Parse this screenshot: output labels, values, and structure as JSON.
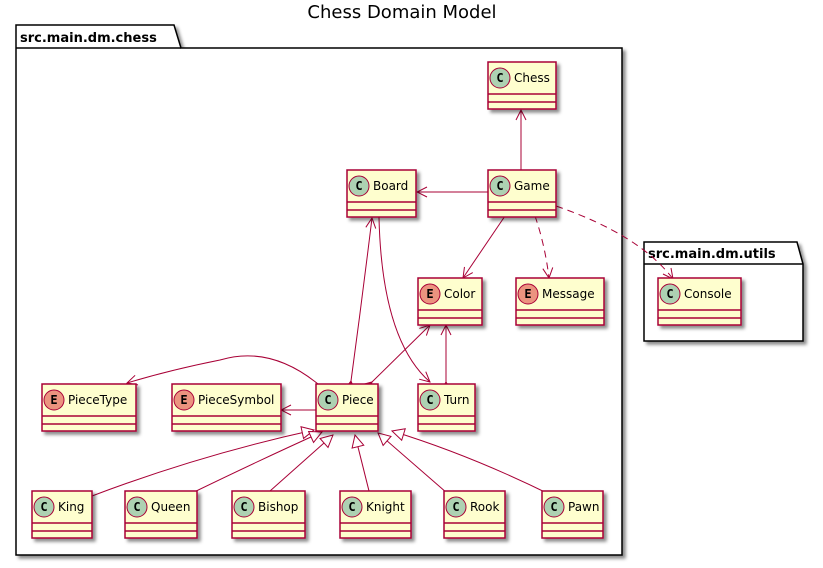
{
  "title": "Chess Domain Model",
  "packages": {
    "chess": "src.main.dm.chess",
    "utils": "src.main.dm.utils"
  },
  "colors": {
    "class_fill": "#FEFECE",
    "border": "#A80036",
    "class_badge": "#ADD1B2",
    "enum_badge": "#EB937F"
  },
  "nodes": {
    "Chess": {
      "name": "Chess",
      "kind": "C",
      "package": "src.main.dm.chess"
    },
    "Game": {
      "name": "Game",
      "kind": "C",
      "package": "src.main.dm.chess"
    },
    "Board": {
      "name": "Board",
      "kind": "C",
      "package": "src.main.dm.chess"
    },
    "Color": {
      "name": "Color",
      "kind": "E",
      "package": "src.main.dm.chess"
    },
    "Message": {
      "name": "Message",
      "kind": "E",
      "package": "src.main.dm.chess"
    },
    "PieceType": {
      "name": "PieceType",
      "kind": "E",
      "package": "src.main.dm.chess"
    },
    "PieceSymbol": {
      "name": "PieceSymbol",
      "kind": "E",
      "package": "src.main.dm.chess"
    },
    "Piece": {
      "name": "Piece",
      "kind": "C",
      "package": "src.main.dm.chess"
    },
    "Turn": {
      "name": "Turn",
      "kind": "C",
      "package": "src.main.dm.chess"
    },
    "King": {
      "name": "King",
      "kind": "C",
      "package": "src.main.dm.chess"
    },
    "Queen": {
      "name": "Queen",
      "kind": "C",
      "package": "src.main.dm.chess"
    },
    "Bishop": {
      "name": "Bishop",
      "kind": "C",
      "package": "src.main.dm.chess"
    },
    "Knight": {
      "name": "Knight",
      "kind": "C",
      "package": "src.main.dm.chess"
    },
    "Rook": {
      "name": "Rook",
      "kind": "C",
      "package": "src.main.dm.chess"
    },
    "Pawn": {
      "name": "Pawn",
      "kind": "C",
      "package": "src.main.dm.chess"
    },
    "Console": {
      "name": "Console",
      "kind": "C",
      "package": "src.main.dm.utils"
    }
  },
  "relations": [
    {
      "from": "Chess",
      "to": "Game",
      "type": "composition"
    },
    {
      "from": "Game",
      "to": "Board",
      "type": "composition"
    },
    {
      "from": "Game",
      "to": "Color",
      "type": "composition"
    },
    {
      "from": "Game",
      "to": "Message",
      "type": "dependency"
    },
    {
      "from": "Game",
      "to": "Console",
      "type": "dependency"
    },
    {
      "from": "Board",
      "to": "Piece",
      "type": "composition"
    },
    {
      "from": "Board",
      "to": "Turn",
      "type": "composition"
    },
    {
      "from": "Piece",
      "to": "Color",
      "type": "composition"
    },
    {
      "from": "Turn",
      "to": "Color",
      "type": "composition"
    },
    {
      "from": "Piece",
      "to": "PieceType",
      "type": "composition"
    },
    {
      "from": "Piece",
      "to": "PieceSymbol",
      "type": "composition"
    },
    {
      "from": "King",
      "to": "Piece",
      "type": "inheritance"
    },
    {
      "from": "Queen",
      "to": "Piece",
      "type": "inheritance"
    },
    {
      "from": "Bishop",
      "to": "Piece",
      "type": "inheritance"
    },
    {
      "from": "Knight",
      "to": "Piece",
      "type": "inheritance"
    },
    {
      "from": "Rook",
      "to": "Piece",
      "type": "inheritance"
    },
    {
      "from": "Pawn",
      "to": "Piece",
      "type": "inheritance"
    }
  ]
}
